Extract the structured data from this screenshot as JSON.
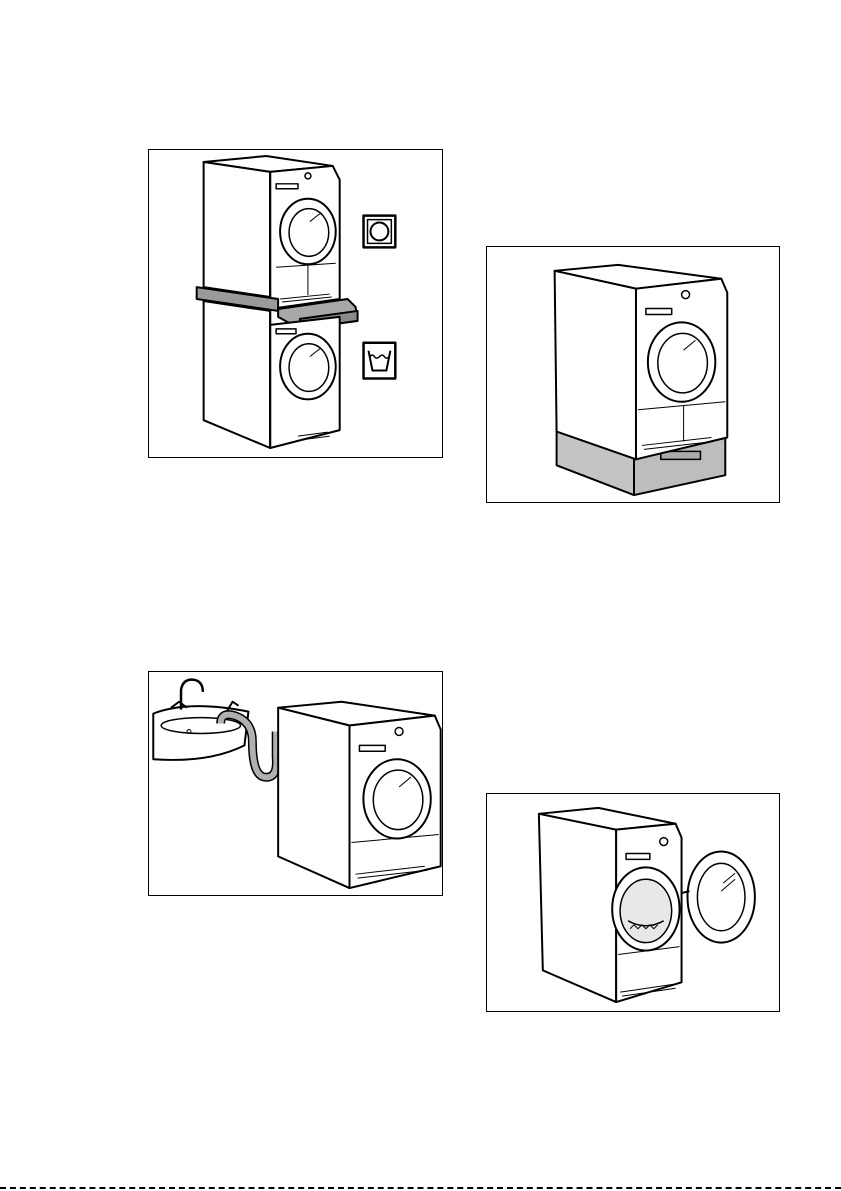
{
  "figures": [
    {
      "id": "stack",
      "depicts": [
        "dryer",
        "pull-out-shelf",
        "washing-machine"
      ],
      "symbols": [
        "tumble-dryer-symbol",
        "washing-symbol"
      ]
    },
    {
      "id": "plinth",
      "depicts": [
        "dryer",
        "plinth-with-drawer"
      ]
    },
    {
      "id": "sink",
      "depicts": [
        "sink",
        "tap",
        "drain-hose",
        "dryer"
      ]
    },
    {
      "id": "door",
      "depicts": [
        "dryer",
        "open-door",
        "drum"
      ]
    }
  ],
  "colors": {
    "outline": "#000000",
    "shelf": "#9a9a9a",
    "plinth": "#c4c4c4",
    "hose": "#b0b0b0"
  }
}
